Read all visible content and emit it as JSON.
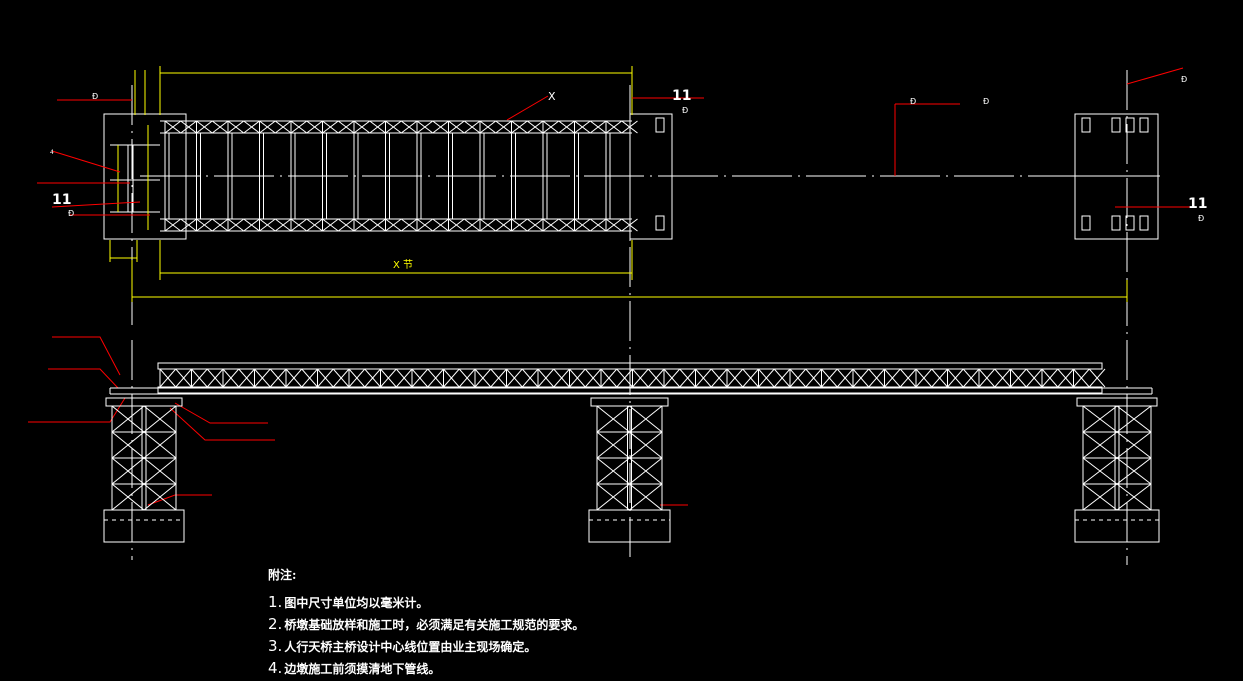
{
  "colors": {
    "background": "#000000",
    "line": "#ffffff",
    "dimension": "#ffff00",
    "leader": "#ff0000",
    "centerline": "#ffffff"
  },
  "labels": {
    "top_x": "X",
    "section_mark_1": "11",
    "section_mark_2": "11",
    "section_mark_3": "11",
    "d_1": "Ð",
    "d_2": "Ð",
    "d_3": "Ð",
    "d_4": "Ð",
    "d_5": "Ð",
    "d_6": "Ð",
    "d_7": "Ð",
    "dim_x_jie": "X 节",
    "small_4": "4"
  },
  "notes": {
    "title": "附注:",
    "items": [
      {
        "num": "1.",
        "text": "图中尺寸单位均以毫米计。"
      },
      {
        "num": "2.",
        "text": "桥墩基础放样和施工时，必须满足有关施工规范的要求。"
      },
      {
        "num": "3.",
        "text": "人行天桥主桥设计中心线位置由业主现场确定。"
      },
      {
        "num": "4.",
        "text": "边墩施工前须摸清地下管线。"
      }
    ]
  }
}
